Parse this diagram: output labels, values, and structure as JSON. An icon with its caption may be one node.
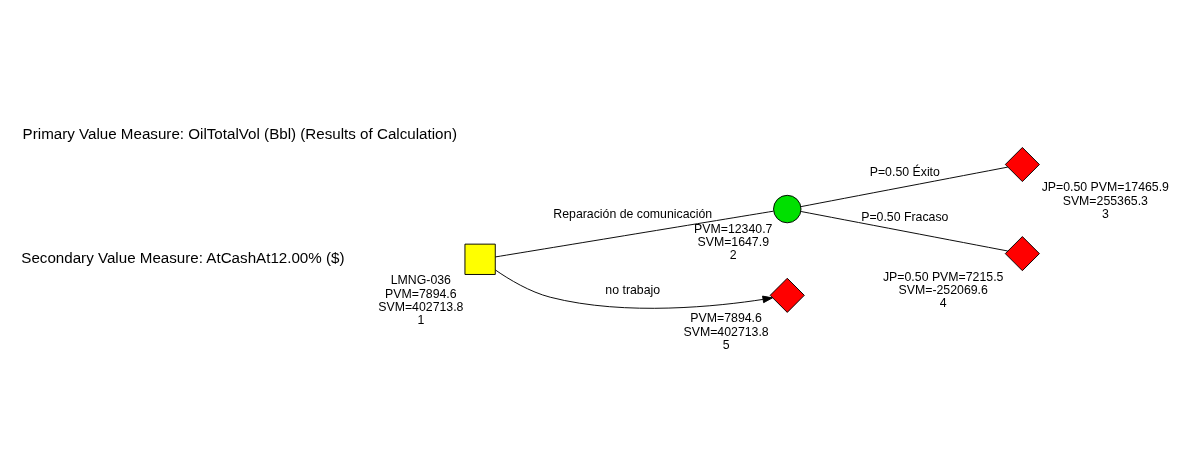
{
  "diagram": {
    "title": "Primary Value Measure: OilTotalVol (Bbl) (Results of Calculation)",
    "nodes": [
      {
        "text": [],
        "shape": "box",
        "beside": [
          "LMNG-036",
          "PVM=7894.6",
          "SVM=402713.8",
          "1"
        ]
      },
      {
        "text": [],
        "shape": "circle",
        "beside": [
          "PVM=12340.7",
          "SVM=1647.9",
          "2"
        ]
      },
      {
        "text": [],
        "shape": "diamond",
        "beside": [
          "JP=0.50 PVM=17465.9",
          "SVM=255365.3",
          "3"
        ]
      },
      {
        "text": [],
        "shape": "diamond",
        "beside": [
          "JP=0.50 PVM=7215.5",
          "SVM=-252069.6",
          "4"
        ]
      },
      {
        "text": [],
        "shape": "diamond",
        "beside": [
          "PVM=7894.6",
          "SVM=402713.8",
          "5"
        ]
      }
    ],
    "edges": [
      {
        "from": 0,
        "to": 1,
        "arrow": "none",
        "label": "Reparación de comunicación"
      },
      {
        "from": 1,
        "to": 2,
        "arrow": "none",
        "label": "P=0.50 Éxito"
      },
      {
        "from": 1,
        "to": 3,
        "arrow": "none",
        "label": "P=0.50 Fracaso"
      },
      {
        "from": 0,
        "to": 4,
        "arrow": "to",
        "label": "no trabajo"
      }
    ],
    "labels": [
      "Secondary Value Measure: AtCashAt12.00% ($)"
    ]
  }
}
